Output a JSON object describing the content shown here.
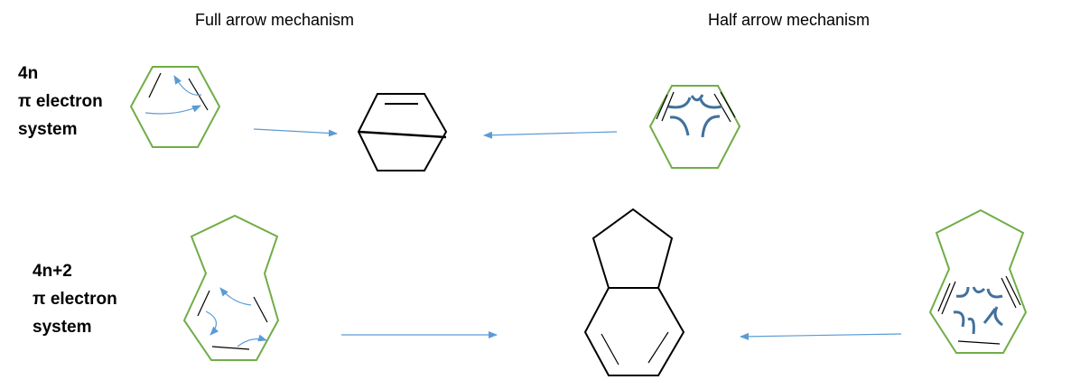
{
  "headings": {
    "full_arrow": "Full arrow mechanism",
    "half_arrow": "Half arrow mechanism"
  },
  "rows": [
    {
      "lines": [
        "4n",
        "π electron",
        "system"
      ]
    },
    {
      "lines": [
        "4n+2",
        "π electron",
        "system"
      ]
    }
  ],
  "colors": {
    "ring_outline": "#70ad47",
    "full_arrow": "#5b9bd5",
    "half_arrow": "#41719c",
    "reaction_arrow": "#5b9bd5",
    "product": "#000000"
  }
}
